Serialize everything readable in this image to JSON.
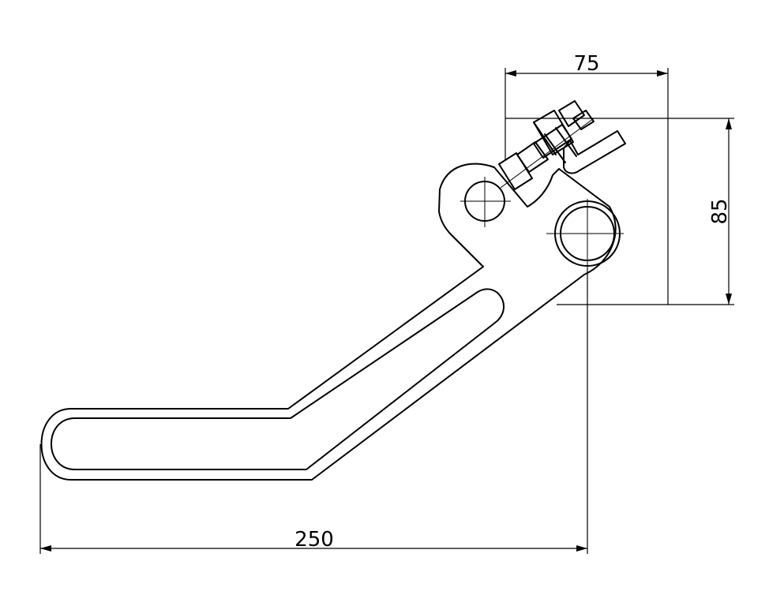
{
  "dimensions": {
    "width_label": "75",
    "height_label": "85",
    "length_label": "250"
  }
}
